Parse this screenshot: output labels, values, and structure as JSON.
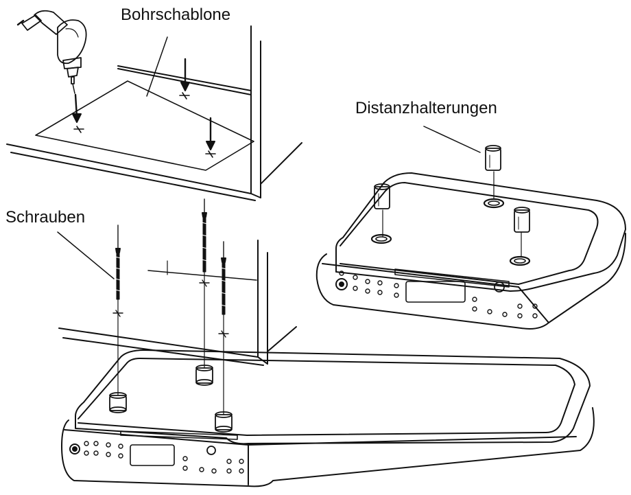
{
  "labels": {
    "drilling_template": "Bohrschablone",
    "spacers": "Distanzhalterungen",
    "screws": "Schrauben"
  },
  "colors": {
    "ink": "#111111",
    "paper": "#ffffff"
  },
  "icons": [
    "power-drill-icon"
  ]
}
